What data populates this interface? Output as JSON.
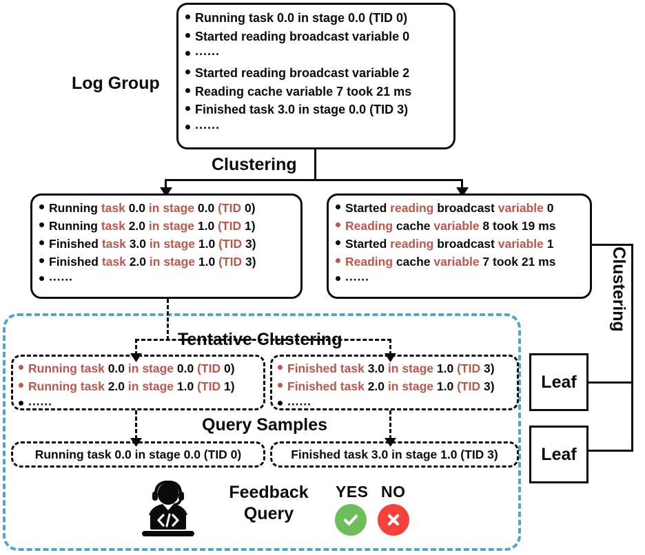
{
  "diagram": {
    "title": "Log clustering with tentative clustering and user feedback",
    "colors": {
      "red_token": "#c0564a",
      "black": "#0a0a0a",
      "teal_dashed": "#4ea7c6",
      "yes_green": "#6cbf59",
      "no_red": "#f4413c"
    }
  },
  "log_group": {
    "label": "Log Group",
    "lines": [
      {
        "bullet": "black",
        "tokens": [
          {
            "t": "Running task 0.0 in stage 0.0 (TID 0)",
            "c": "black"
          }
        ]
      },
      {
        "bullet": "black",
        "tokens": [
          {
            "t": "Started reading broadcast variable 0",
            "c": "black"
          }
        ]
      },
      {
        "bullet": "black",
        "tokens": [
          {
            "t": "······",
            "c": "black"
          }
        ]
      },
      {
        "bullet": "black",
        "tokens": [
          {
            "t": "Started reading broadcast variable 2",
            "c": "black"
          }
        ]
      },
      {
        "bullet": "black",
        "tokens": [
          {
            "t": "Reading cache variable 7 took 21 ms",
            "c": "black"
          }
        ]
      },
      {
        "bullet": "black",
        "tokens": [
          {
            "t": "Finished task 3.0 in stage 0.0 (TID 3)",
            "c": "black"
          }
        ]
      },
      {
        "bullet": "black",
        "tokens": [
          {
            "t": "······",
            "c": "black"
          }
        ]
      }
    ]
  },
  "clustering_label_top": "Clustering",
  "clustering_label_right": "Clustering",
  "cluster_left": {
    "lines": [
      {
        "bullet": "black",
        "tokens": [
          {
            "t": "Running ",
            "c": "black"
          },
          {
            "t": "task ",
            "c": "red"
          },
          {
            "t": "0.0 ",
            "c": "black"
          },
          {
            "t": "in stage ",
            "c": "red"
          },
          {
            "t": "0.0 ",
            "c": "black"
          },
          {
            "t": "(TID ",
            "c": "red"
          },
          {
            "t": "0)",
            "c": "black"
          }
        ]
      },
      {
        "bullet": "black",
        "tokens": [
          {
            "t": "Running ",
            "c": "black"
          },
          {
            "t": "task ",
            "c": "red"
          },
          {
            "t": "2.0 ",
            "c": "black"
          },
          {
            "t": "in stage ",
            "c": "red"
          },
          {
            "t": "1.0 ",
            "c": "black"
          },
          {
            "t": "(TID ",
            "c": "red"
          },
          {
            "t": "1)",
            "c": "black"
          }
        ]
      },
      {
        "bullet": "black",
        "tokens": [
          {
            "t": "Finished ",
            "c": "black"
          },
          {
            "t": "task ",
            "c": "red"
          },
          {
            "t": "3.0 ",
            "c": "black"
          },
          {
            "t": "in stage ",
            "c": "red"
          },
          {
            "t": "1.0 ",
            "c": "black"
          },
          {
            "t": "(TID ",
            "c": "red"
          },
          {
            "t": "3)",
            "c": "black"
          }
        ]
      },
      {
        "bullet": "black",
        "tokens": [
          {
            "t": "Finished ",
            "c": "black"
          },
          {
            "t": "task ",
            "c": "red"
          },
          {
            "t": "2.0 ",
            "c": "black"
          },
          {
            "t": "in stage ",
            "c": "red"
          },
          {
            "t": "1.0 ",
            "c": "black"
          },
          {
            "t": "(TID ",
            "c": "red"
          },
          {
            "t": "3)",
            "c": "black"
          }
        ]
      },
      {
        "bullet": "black",
        "tokens": [
          {
            "t": "······",
            "c": "black"
          }
        ]
      }
    ]
  },
  "cluster_right": {
    "lines": [
      {
        "bullet": "black",
        "tokens": [
          {
            "t": "Started ",
            "c": "black"
          },
          {
            "t": "reading ",
            "c": "red"
          },
          {
            "t": "broadcast ",
            "c": "black"
          },
          {
            "t": "variable ",
            "c": "red"
          },
          {
            "t": "0",
            "c": "black"
          }
        ]
      },
      {
        "bullet": "red",
        "tokens": [
          {
            "t": "Reading ",
            "c": "red"
          },
          {
            "t": "cache ",
            "c": "black"
          },
          {
            "t": "variable ",
            "c": "red"
          },
          {
            "t": "8 took 19 ms",
            "c": "black"
          }
        ]
      },
      {
        "bullet": "black",
        "tokens": [
          {
            "t": "Started ",
            "c": "black"
          },
          {
            "t": "reading ",
            "c": "red"
          },
          {
            "t": "broadcast ",
            "c": "black"
          },
          {
            "t": "variable ",
            "c": "red"
          },
          {
            "t": "1",
            "c": "black"
          }
        ]
      },
      {
        "bullet": "red",
        "tokens": [
          {
            "t": "Reading ",
            "c": "red"
          },
          {
            "t": "cache ",
            "c": "black"
          },
          {
            "t": "variable ",
            "c": "red"
          },
          {
            "t": "7 took 21 ms",
            "c": "black"
          }
        ]
      },
      {
        "bullet": "black",
        "tokens": [
          {
            "t": "······",
            "c": "black"
          }
        ]
      }
    ]
  },
  "tentative": {
    "label": "Tentative Clustering",
    "left": {
      "lines": [
        {
          "bullet": "red",
          "tokens": [
            {
              "t": "Running task ",
              "c": "red"
            },
            {
              "t": "0.0 ",
              "c": "black"
            },
            {
              "t": "in stage ",
              "c": "red"
            },
            {
              "t": "0.0 ",
              "c": "black"
            },
            {
              "t": "(TID ",
              "c": "red"
            },
            {
              "t": "0)",
              "c": "black"
            }
          ]
        },
        {
          "bullet": "red",
          "tokens": [
            {
              "t": "Running task ",
              "c": "red"
            },
            {
              "t": "2.0 ",
              "c": "black"
            },
            {
              "t": "in stage ",
              "c": "red"
            },
            {
              "t": "1.0 ",
              "c": "black"
            },
            {
              "t": "(TID ",
              "c": "red"
            },
            {
              "t": "1)",
              "c": "black"
            }
          ]
        },
        {
          "bullet": "black",
          "tokens": [
            {
              "t": "······",
              "c": "black"
            }
          ]
        }
      ]
    },
    "right": {
      "lines": [
        {
          "bullet": "red",
          "tokens": [
            {
              "t": "Finished task ",
              "c": "red"
            },
            {
              "t": "3.0 ",
              "c": "black"
            },
            {
              "t": "in stage ",
              "c": "red"
            },
            {
              "t": "1.0 ",
              "c": "black"
            },
            {
              "t": "(TID ",
              "c": "red"
            },
            {
              "t": "3)",
              "c": "black"
            }
          ]
        },
        {
          "bullet": "red",
          "tokens": [
            {
              "t": "Finished task ",
              "c": "red"
            },
            {
              "t": "2.0 ",
              "c": "black"
            },
            {
              "t": "in stage ",
              "c": "red"
            },
            {
              "t": "1.0 ",
              "c": "black"
            },
            {
              "t": "(TID ",
              "c": "red"
            },
            {
              "t": "3)",
              "c": "black"
            }
          ]
        },
        {
          "bullet": "black",
          "tokens": [
            {
              "t": "······",
              "c": "black"
            }
          ]
        }
      ]
    }
  },
  "query_samples": {
    "label": "Query Samples",
    "left": "Running task 0.0 in stage 0.0 (TID 0)",
    "right": "Finished task 3.0 in stage 1.0 (TID 3)"
  },
  "feedback": {
    "icon": "developer-headset-icon",
    "line1": "Feedback",
    "line2": "Query",
    "yes_label": "YES",
    "no_label": "NO",
    "yes_icon": "check-icon",
    "no_icon": "cross-icon"
  },
  "leaves": [
    {
      "label": "Leaf"
    },
    {
      "label": "Leaf"
    }
  ]
}
